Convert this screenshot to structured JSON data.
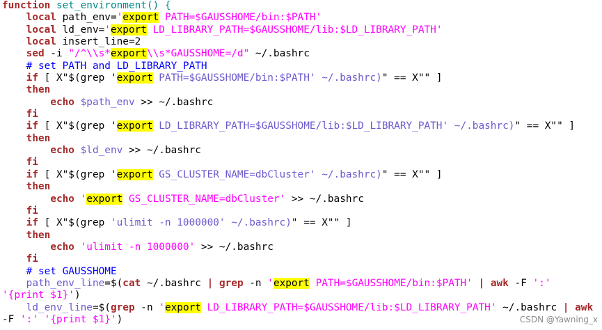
{
  "watermark": "CSDN @Yawning_x",
  "lines": [
    [
      [
        "kw",
        "function"
      ],
      [
        "plain",
        " "
      ],
      [
        "fn",
        "set_environment() {"
      ]
    ],
    [
      [
        "plain",
        "    "
      ],
      [
        "kw",
        "local"
      ],
      [
        "plain",
        " path_env="
      ],
      [
        "str",
        "'"
      ],
      [
        "hl",
        "export"
      ],
      [
        "str",
        " PATH=$GAUSSHOME/bin:$PATH'"
      ]
    ],
    [
      [
        "plain",
        "    "
      ],
      [
        "kw",
        "local"
      ],
      [
        "plain",
        " ld_env="
      ],
      [
        "str",
        "'"
      ],
      [
        "hl",
        "export"
      ],
      [
        "str",
        " LD_LIBRARY_PATH=$GAUSSHOME/lib:$LD_LIBRARY_PATH'"
      ]
    ],
    [
      [
        "plain",
        "    "
      ],
      [
        "kw",
        "local"
      ],
      [
        "plain",
        " insert_line=2"
      ]
    ],
    [
      [
        "plain",
        "    "
      ],
      [
        "kw",
        "sed"
      ],
      [
        "plain",
        " -i "
      ],
      [
        "str",
        "\"/^\\\\s*"
      ],
      [
        "hl",
        "export"
      ],
      [
        "str",
        "\\\\s*GAUSSHOME=/d\""
      ],
      [
        "plain",
        " ~/.bashrc"
      ]
    ],
    [
      [
        "plain",
        "    "
      ],
      [
        "cmt",
        "# set PATH and LD_LIBRARY_PATH"
      ]
    ],
    [
      [
        "plain",
        "    "
      ],
      [
        "kw",
        "if"
      ],
      [
        "plain",
        " [ X\"$(grep '"
      ],
      [
        "hl",
        "export"
      ],
      [
        "var",
        " PATH=$GAUSSHOME/bin:$PATH' ~/.bashrc)"
      ],
      [
        "plain",
        "\" == X\"\" ]"
      ]
    ],
    [
      [
        "plain",
        "    "
      ],
      [
        "kw",
        "then"
      ]
    ],
    [
      [
        "plain",
        "        "
      ],
      [
        "kw",
        "echo"
      ],
      [
        "plain",
        " "
      ],
      [
        "var",
        "$path_env"
      ],
      [
        "plain",
        " >> ~/.bashrc"
      ]
    ],
    [
      [
        "plain",
        "    "
      ],
      [
        "kw",
        "fi"
      ]
    ],
    [
      [
        "plain",
        "    "
      ],
      [
        "kw",
        "if"
      ],
      [
        "plain",
        " [ X\"$(grep '"
      ],
      [
        "hl",
        "export"
      ],
      [
        "var",
        " LD_LIBRARY_PATH=$GAUSSHOME/lib:$LD_LIBRARY_PATH' ~/.bashrc)"
      ],
      [
        "plain",
        "\" == X\"\" ]"
      ]
    ],
    [
      [
        "plain",
        "    "
      ],
      [
        "kw",
        "then"
      ]
    ],
    [
      [
        "plain",
        "        "
      ],
      [
        "kw",
        "echo"
      ],
      [
        "plain",
        " "
      ],
      [
        "var",
        "$ld_env"
      ],
      [
        "plain",
        " >> ~/.bashrc"
      ]
    ],
    [
      [
        "plain",
        "    "
      ],
      [
        "kw",
        "fi"
      ]
    ],
    [
      [
        "plain",
        "    "
      ],
      [
        "kw",
        "if"
      ],
      [
        "plain",
        " [ X\"$(grep '"
      ],
      [
        "hl",
        "export"
      ],
      [
        "var",
        " GS_CLUSTER_NAME=dbCluster' ~/.bashrc)"
      ],
      [
        "plain",
        "\" == X\"\" ]"
      ]
    ],
    [
      [
        "plain",
        "    "
      ],
      [
        "kw",
        "then"
      ]
    ],
    [
      [
        "plain",
        "        "
      ],
      [
        "kw",
        "echo"
      ],
      [
        "plain",
        " "
      ],
      [
        "str",
        "'"
      ],
      [
        "hl",
        "export"
      ],
      [
        "str",
        " GS_CLUSTER_NAME=dbCluster'"
      ],
      [
        "plain",
        " >> ~/.bashrc"
      ]
    ],
    [
      [
        "plain",
        "    "
      ],
      [
        "kw",
        "fi"
      ]
    ],
    [
      [
        "plain",
        "    "
      ],
      [
        "kw",
        "if"
      ],
      [
        "plain",
        " [ X\"$(grep "
      ],
      [
        "var",
        "'ulimit -n 1000000' ~/.bashrc)"
      ],
      [
        "plain",
        "\" == X\"\" ]"
      ]
    ],
    [
      [
        "plain",
        "    "
      ],
      [
        "kw",
        "then"
      ]
    ],
    [
      [
        "plain",
        "        "
      ],
      [
        "kw",
        "echo"
      ],
      [
        "plain",
        " "
      ],
      [
        "str",
        "'ulimit -n 1000000'"
      ],
      [
        "plain",
        " >> ~/.bashrc"
      ]
    ],
    [
      [
        "plain",
        "    "
      ],
      [
        "kw",
        "fi"
      ]
    ],
    [
      [
        "plain",
        "    "
      ],
      [
        "cmt",
        "# set GAUSSHOME"
      ]
    ],
    [
      [
        "plain",
        "    "
      ],
      [
        "var",
        "path_env_line"
      ],
      [
        "plain",
        "=$("
      ],
      [
        "kw",
        "cat"
      ],
      [
        "plain",
        " ~/.bashrc "
      ],
      [
        "kw",
        "|"
      ],
      [
        "plain",
        " "
      ],
      [
        "kw",
        "grep"
      ],
      [
        "plain",
        " -n "
      ],
      [
        "str",
        "'"
      ],
      [
        "hl",
        "export"
      ],
      [
        "str",
        " PATH=$GAUSSHOME/bin:$PATH'"
      ],
      [
        "plain",
        " "
      ],
      [
        "kw",
        "|"
      ],
      [
        "plain",
        " "
      ],
      [
        "kw",
        "awk"
      ],
      [
        "plain",
        " -F "
      ],
      [
        "str",
        "':'"
      ]
    ],
    [
      [
        "str",
        "'{print $1}'"
      ],
      [
        "plain",
        ")"
      ]
    ],
    [
      [
        "plain",
        "    "
      ],
      [
        "var",
        "ld_env_line"
      ],
      [
        "plain",
        "=$("
      ],
      [
        "kw",
        "grep"
      ],
      [
        "plain",
        " -n "
      ],
      [
        "str",
        "'"
      ],
      [
        "hl",
        "export"
      ],
      [
        "str",
        " LD_LIBRARY_PATH=$GAUSSHOME/lib:$LD_LIBRARY_PATH'"
      ],
      [
        "plain",
        " ~/.bashrc "
      ],
      [
        "kw",
        "|"
      ],
      [
        "plain",
        " "
      ],
      [
        "kw",
        "awk"
      ]
    ],
    [
      [
        "plain",
        "-F "
      ],
      [
        "str",
        "':'"
      ],
      [
        "plain",
        " "
      ],
      [
        "str",
        "'{print $1}'"
      ],
      [
        "plain",
        ")"
      ]
    ]
  ]
}
